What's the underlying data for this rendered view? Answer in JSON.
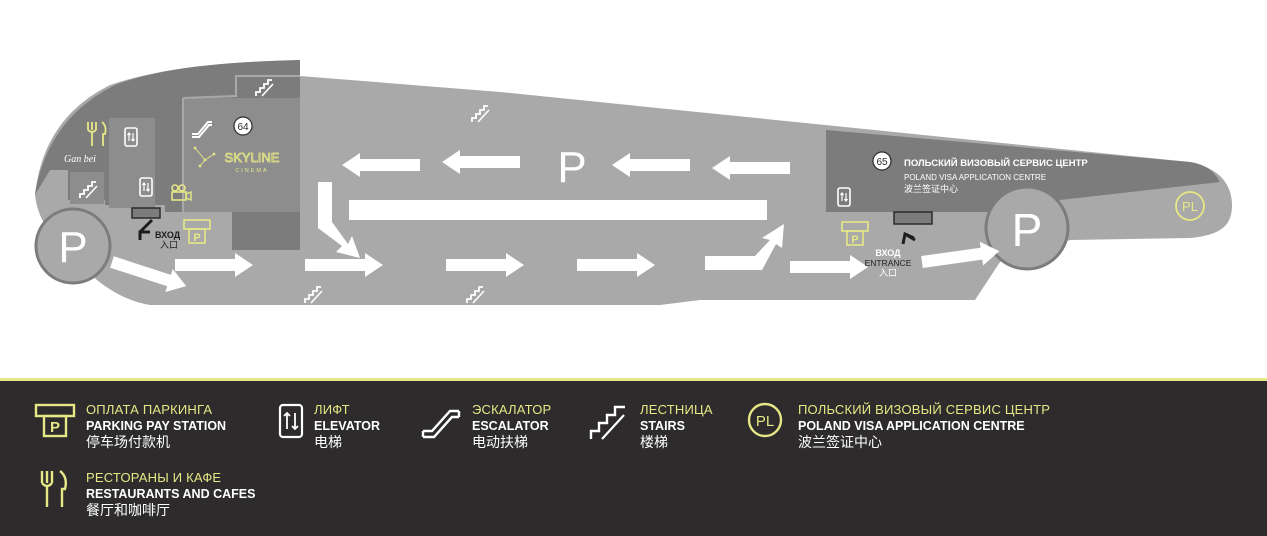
{
  "map": {
    "store_64": "64",
    "store_65": "65",
    "cinema_name": "SKYLINE",
    "cinema_sub": "CINEMA",
    "restaurant_logo": "Gan bei",
    "parking_letter": "P",
    "pl_letter": "PL",
    "entrance_west_ru": "ВХОД",
    "entrance_west_zh": "入口",
    "entrance_east_ru": "ВХОД",
    "entrance_east_en": "ENTRANCE",
    "entrance_east_zh": "入口",
    "visa_ru": "ПОЛЬСКИЙ ВИЗОВЫЙ СЕРВИС ЦЕНТР",
    "visa_en": "POLAND VISA APPLICATION CENTRE",
    "visa_zh": "波兰签证中心"
  },
  "legend": {
    "parking_pay": {
      "ru": "ОПЛАТА ПАРКИНГА",
      "en": "PARKING PAY STATION",
      "zh": "停车场付款机",
      "icon": "parking-pay-icon"
    },
    "elevator": {
      "ru": "ЛИФТ",
      "en": "ELEVATOR",
      "zh": "电梯",
      "icon": "elevator-icon"
    },
    "escalator": {
      "ru": "ЭСКАЛАТОР",
      "en": "ESCALATOR",
      "zh": "电动扶梯",
      "icon": "escalator-icon"
    },
    "stairs": {
      "ru": "ЛЕСТНИЦА",
      "en": "STAIRS",
      "zh": "楼梯",
      "icon": "stairs-icon"
    },
    "visa_centre": {
      "ru": "ПОЛЬСКИЙ ВИЗОВЫЙ СЕРВИС ЦЕНТР",
      "en": "POLAND VISA APPLICATION CENTRE",
      "zh": "波兰签证中心",
      "icon": "pl-icon"
    },
    "restaurants": {
      "ru": "РЕСТОРАНЫ И КАФЕ",
      "en": "RESTAURANTS AND CAFES",
      "zh": "餐厅和咖啡厅",
      "icon": "fork-knife-icon"
    }
  },
  "colors": {
    "floor": "#a9a9a9",
    "store": "#7c7c7c",
    "accent": "#e6e886",
    "legend_bg": "#2d2b2c"
  }
}
